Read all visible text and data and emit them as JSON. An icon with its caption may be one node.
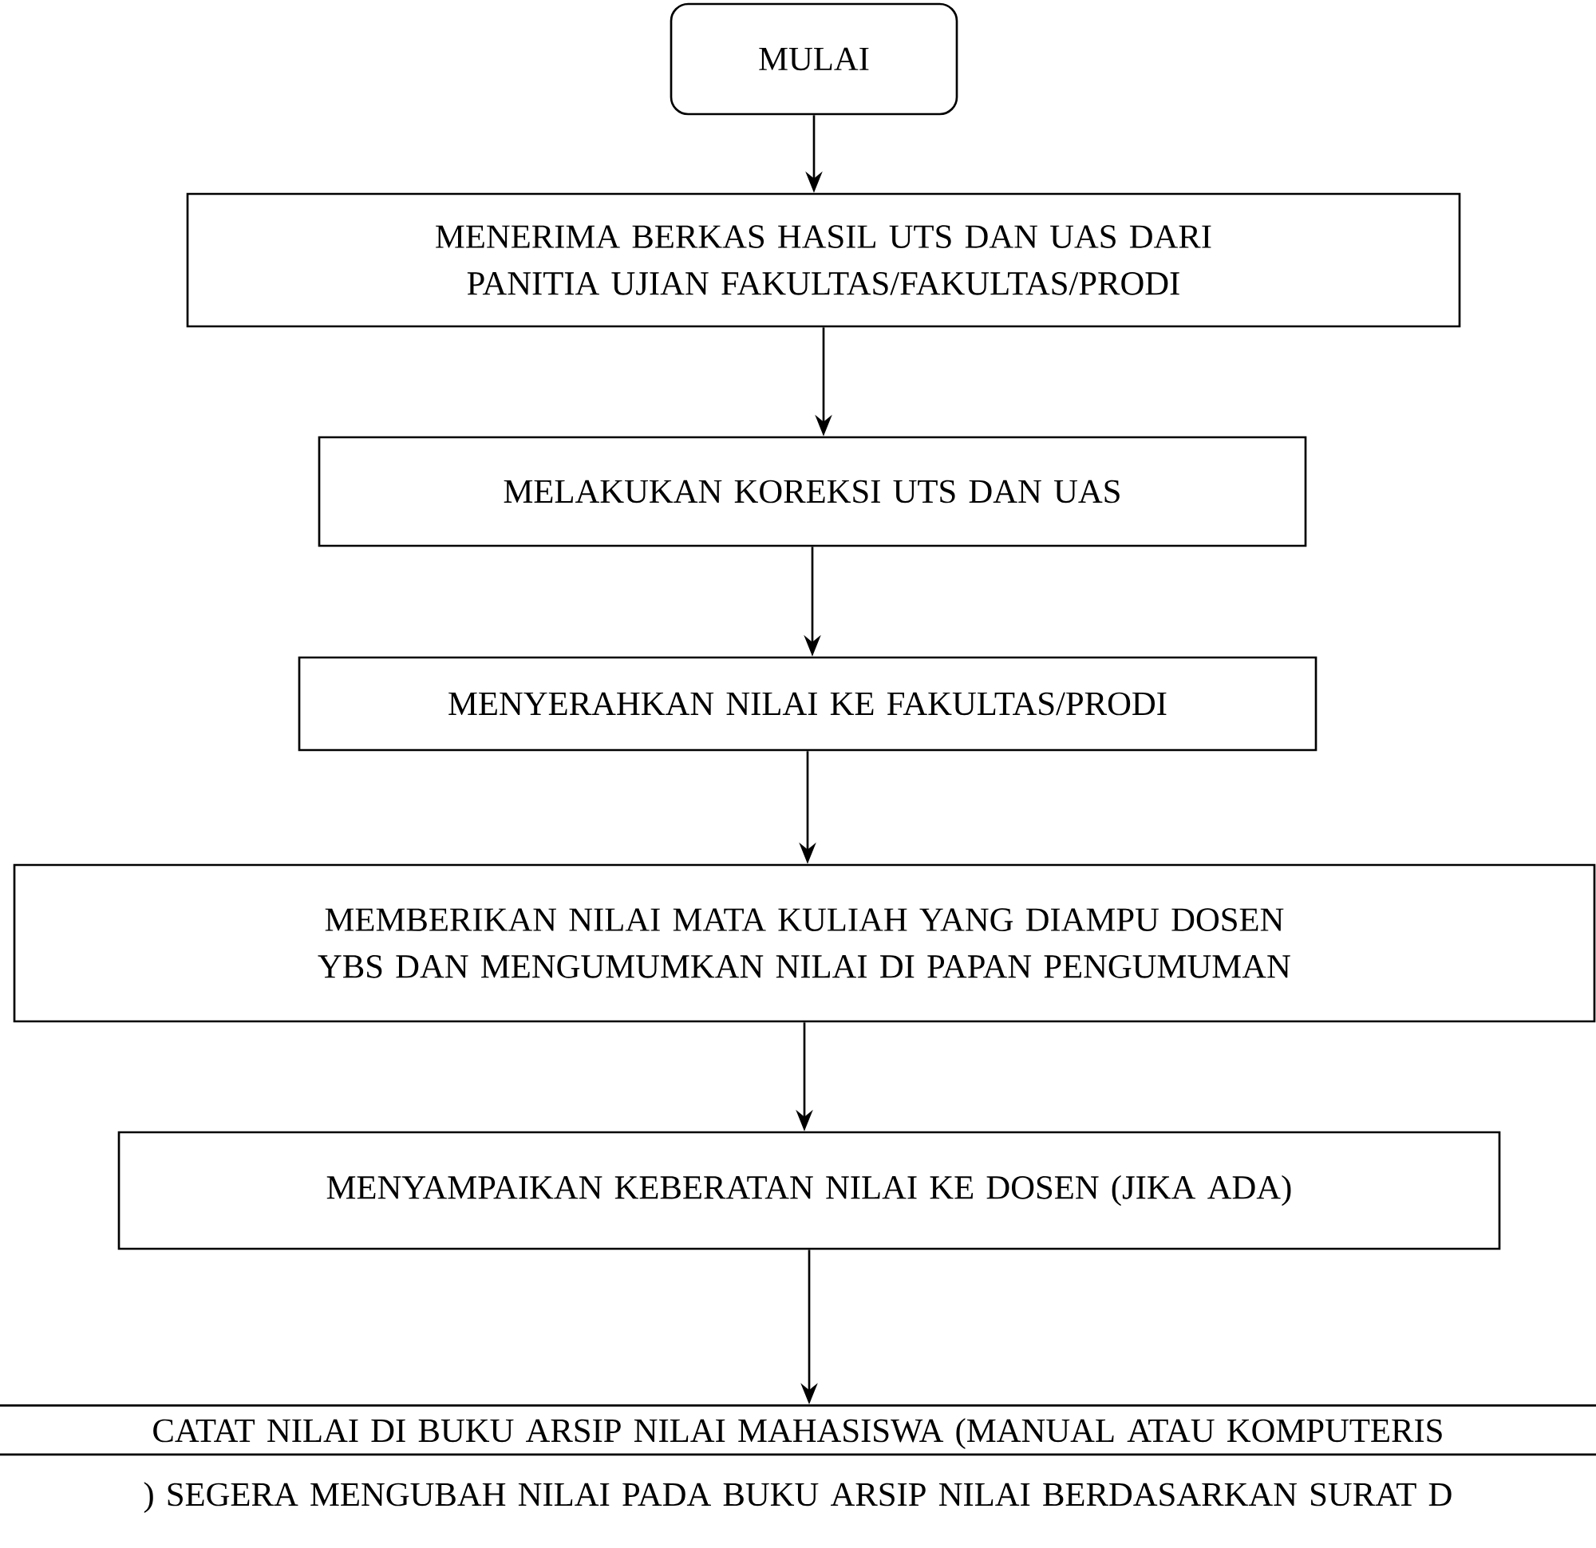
{
  "diagram": {
    "nodes": [
      {
        "text": [
          "MULAI"
        ]
      },
      {
        "text": [
          "MENERIMA BERKAS HASIL UTS DAN UAS DARI PANITIA UJIAN FAKULTAS/FAKULTAS/PRODI"
        ]
      },
      {
        "text": [
          "MELAKUKAN KOREKSI UTS DAN UAS"
        ]
      },
      {
        "text": [
          "MENYERAHKAN NILAI KE FAKULTAS/PRODI"
        ]
      },
      {
        "text": [
          "MEMBERIKAN NILAI MATA KULIAH YANG DIAMPU DOSEN YBS DAN MENGUMUMKAN NILAI DI PAPAN PENGUMUMAN"
        ]
      },
      {
        "text": [
          "MENYAMPAIKAN KEBERATAN NILAI KE DOSEN (JIKA ADA)"
        ]
      },
      {
        "text": [
          "CATAT NILAI DI BUKU ARSIP NILAI MAHASISWA (MANUAL ATAU KOMPUTERIS",
          ") SEGERA MENGUBAH NILAI PADA BUKU ARSIP NILAI BERDASARKAN SURAT D"
        ]
      }
    ],
    "edges": [
      {
        "from": 0,
        "to": 1,
        "arrow": "to"
      },
      {
        "from": 1,
        "to": 2,
        "arrow": "to"
      },
      {
        "from": 2,
        "to": 3,
        "arrow": "to"
      },
      {
        "from": 3,
        "to": 4,
        "arrow": "to"
      },
      {
        "from": 4,
        "to": 5,
        "arrow": "to"
      },
      {
        "from": 5,
        "to": 6,
        "arrow": "to"
      }
    ]
  }
}
